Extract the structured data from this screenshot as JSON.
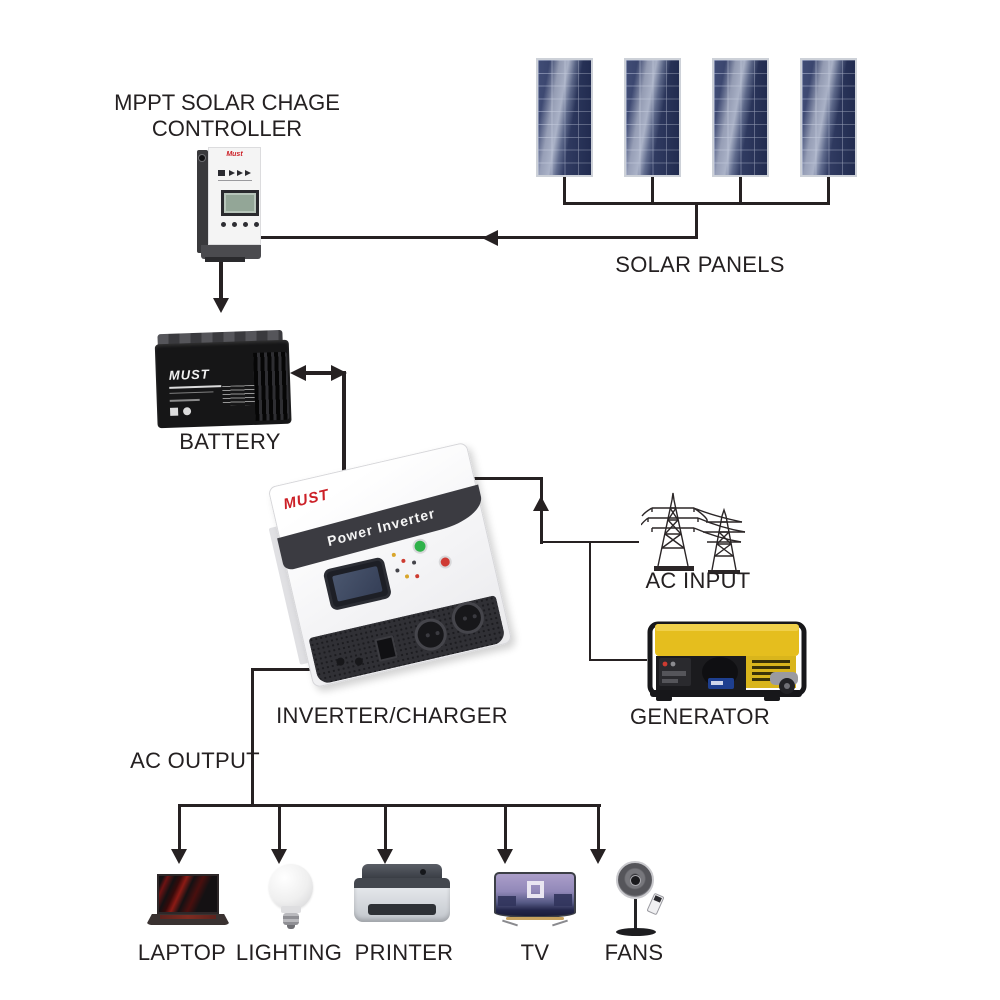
{
  "labels": {
    "controller_line1": "MPPT SOLAR CHAGE",
    "controller_line2": "CONTROLLER",
    "solar_panels": "SOLAR PANELS",
    "battery": "BATTERY",
    "inverter": "INVERTER/CHARGER",
    "ac_input": "AC INPUT",
    "generator": "GENERATOR",
    "ac_output": "AC OUTPUT"
  },
  "loads": [
    {
      "label": "LAPTOP"
    },
    {
      "label": "LIGHTING"
    },
    {
      "label": "PRINTER"
    },
    {
      "label": "TV"
    },
    {
      "label": "FANS"
    }
  ],
  "devices": {
    "controller_brand": "Must",
    "battery_brand": "MUST",
    "inverter_brand": "MUST",
    "inverter_band_text": "Power Inverter"
  },
  "colors": {
    "wire": "#262122",
    "text": "#242021",
    "panel_blue": "#2b3866",
    "brand_red": "#cc2027",
    "generator_yellow": "#e5be1e"
  }
}
